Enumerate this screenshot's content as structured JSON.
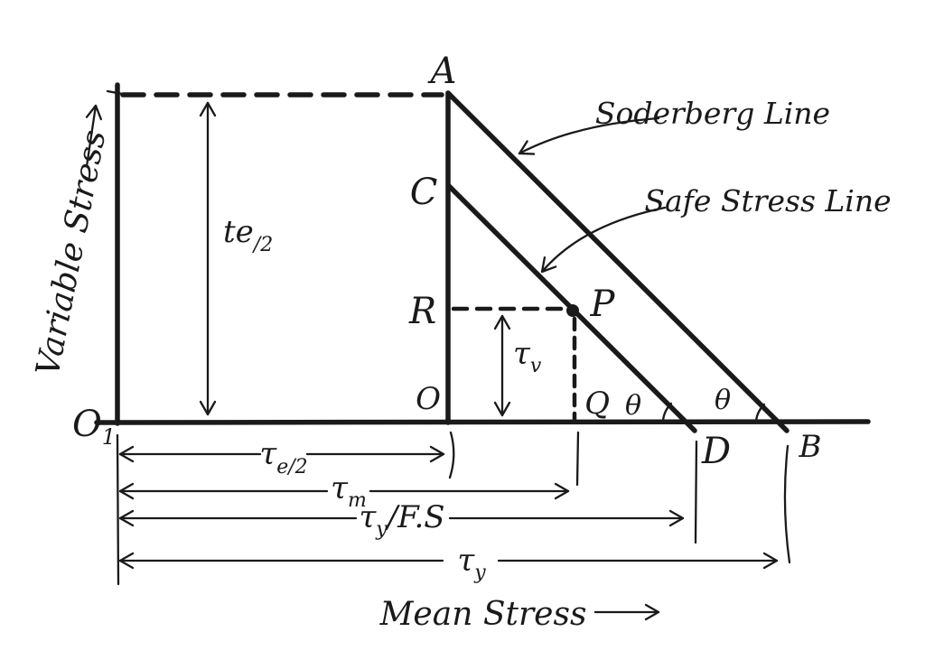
{
  "figure": {
    "background": "#ffffff",
    "ink_color": "#1a1a1a",
    "axes": {
      "y_label": "Variable Stress",
      "x_label": "Mean Stress"
    },
    "line_annotations": {
      "soderberg": "Soderberg Line",
      "safe_stress": "Safe Stress Line"
    },
    "points": {
      "origin": {
        "main": "O",
        "sub": "1"
      },
      "a": "A",
      "c": "C",
      "r": "R",
      "o": "O",
      "p": "P",
      "q": "Q",
      "d": "D",
      "b": "B"
    },
    "angles": {
      "theta_at_d": "θ",
      "theta_at_b": "θ"
    },
    "dimensions": {
      "endurance_half_vertical": {
        "main": "te",
        "sub": "/2"
      },
      "tau_v": {
        "main": "τ",
        "sub": "v"
      },
      "tau_e_half": {
        "main": "τ",
        "sub": "e/2"
      },
      "tau_m": {
        "main": "τ",
        "sub": "m"
      },
      "tau_y_over_fs": {
        "main": "τ",
        "sub": "y",
        "tail": "/F.S"
      },
      "tau_y": {
        "main": "τ",
        "sub": "y"
      }
    }
  }
}
